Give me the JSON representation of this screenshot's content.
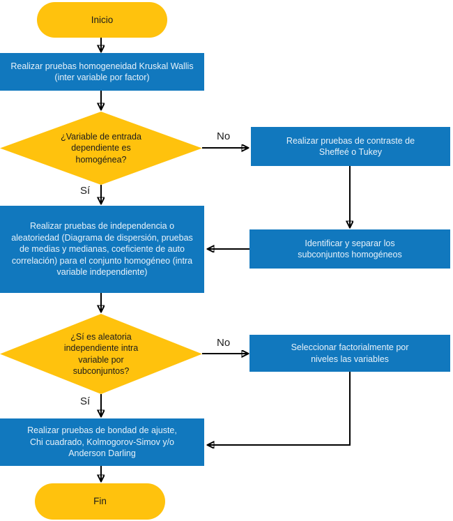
{
  "colors": {
    "node_blue": "#1178BE",
    "node_yellow": "#FFC20D",
    "text_on_blue": "#E8F2FA",
    "text_dark": "#1b1b1b",
    "connector": "#000000",
    "background": "#ffffff"
  },
  "nodes": {
    "start": "Inicio",
    "kruskal": "Realizar pruebas homogeneidad Kruskal Wallis\n(inter variable por factor)",
    "decision_homogenea": "¿Variable de entrada\ndependiente es\nhomogénea?",
    "contraste": "Realizar pruebas de contraste de\nSheffeé o Tukey",
    "independencia": "Realizar pruebas de independencia o\naleatoriedad (Diagrama de dispersión, pruebas\nde medias y medianas, coeficiente de auto\ncorrelación) para el conjunto homogéneo (intra\nvariable independiente)",
    "identificar": "Identificar y separar los\nsubconjuntos homogéneos",
    "decision_aleatoria": "¿Sí es aleatoria\nindependiente intra\nvariable por\nsubconjuntos?",
    "seleccionar": "Seleccionar factorialmente por\nniveles las variables",
    "bondad": "Realizar pruebas  de bondad de ajuste,\nChi cuadrado, Kolmogorov-Simov y/o\nAnderson Darling",
    "end": "Fin"
  },
  "edge_labels": {
    "no_top": "No",
    "si_top": "Sí",
    "no_bottom": "No",
    "si_bottom": "Sí"
  }
}
